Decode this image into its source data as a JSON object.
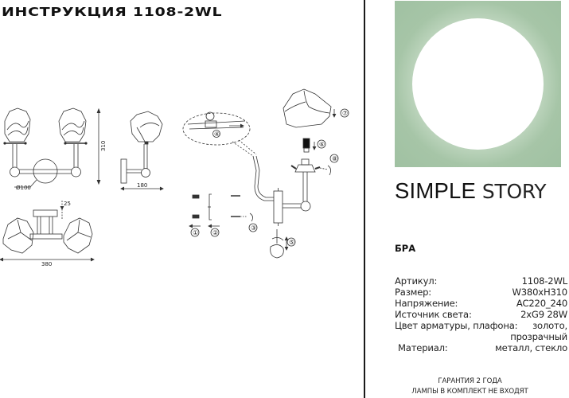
{
  "document": {
    "title": "ИНСТРУКЦИЯ 1108-2WL"
  },
  "drawings": {
    "front_view": {
      "dimensions": {
        "height": "310",
        "backplate_diameter": "Ø100"
      }
    },
    "top_view": {
      "dimensions": {
        "depth": "25",
        "width": "380"
      }
    },
    "side_view": {
      "dimensions": {
        "projection": "180"
      }
    },
    "assembly_steps": [
      "①",
      "②",
      "③",
      "④",
      "⑤",
      "⑥",
      "⑦",
      "⑧"
    ]
  },
  "hero_image": {
    "description": "white glowing circle on sage green background",
    "background_color": "#a3c4a6",
    "circle_color": "#ffffff"
  },
  "brand": {
    "part1": "SIMPLE",
    "part2": "STORY"
  },
  "product": {
    "category": "БРА",
    "specs": [
      {
        "label": "Артикул:",
        "value": "1108-2WL"
      },
      {
        "label": "Размер:",
        "value": "W380xH310"
      },
      {
        "label": "Напряжение:",
        "value": "AC220_240"
      },
      {
        "label": "Источник света:",
        "value": "2xG9 28W"
      },
      {
        "label": "Цвет арматуры, плафона:",
        "value": "золото,"
      },
      {
        "label": "",
        "value": "прозрачный"
      },
      {
        "label": "Материал:",
        "value": "металл, стекло"
      }
    ]
  },
  "footer": {
    "warranty": "ГАРАНТИЯ 2 ГОДА",
    "lamps_note": "ЛАМПЫ В КОМПЛЕКТ НЕ ВХОДЯТ"
  }
}
